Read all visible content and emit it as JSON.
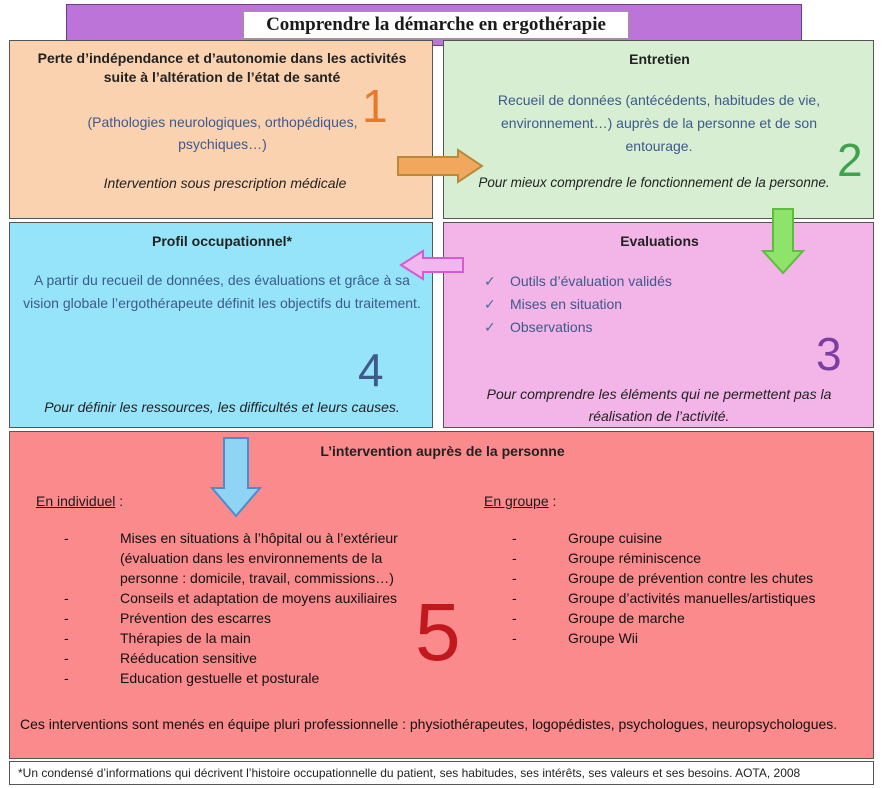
{
  "title": "Comprendre la démarche en ergothérapie",
  "box1": {
    "heading": "Perte d’indépendance et d’autonomie dans les activités suite à l’altération de l’état de santé",
    "description": "(Pathologies neurologiques, orthopédiques, psychiques…)",
    "note": "Intervention sous prescription médicale",
    "number": "1",
    "number_color": "#e8782a"
  },
  "box2": {
    "heading": "Entretien",
    "description": "Recueil de données (antécédents, habitudes de vie, environnement…) auprès de la personne et de son entourage.",
    "note": "Pour mieux comprendre le fonctionnement de la personne.",
    "number": "2",
    "number_color": "#3fa34d"
  },
  "box3": {
    "heading": "Evaluations",
    "items": [
      "Outils d’évaluation validés",
      "Mises en situation",
      "Observations"
    ],
    "note": "Pour comprendre les éléments qui ne permettent pas la réalisation de l’activité.",
    "number": "3",
    "number_color": "#7b3fa0"
  },
  "box4": {
    "heading": "Profil occupationnel*",
    "description": "A partir du recueil de données, des évaluations et grâce à sa vision globale l’ergothérapeute définit les objectifs du traitement.",
    "note": "Pour définir les ressources, les difficultés et leurs causes.",
    "number": "4",
    "number_color": "#3d5a8a"
  },
  "box5": {
    "heading": "L’intervention auprès de la personne",
    "individual_label": "En individuel",
    "individual_items": [
      "Mises en situations à l’hôpital ou à l’extérieur (évaluation dans les environnements de la personne : domicile, travail, commissions…)",
      "Conseils et adaptation de moyens auxiliaires",
      "Prévention des escarres",
      "Thérapies de la main",
      "Rééducation sensitive",
      "Education gestuelle et posturale"
    ],
    "group_label": "En groupe",
    "group_items": [
      "Groupe cuisine",
      "Groupe réminiscence",
      "Groupe de prévention contre les chutes",
      "Groupe d’activités manuelles/artistiques",
      "Groupe de marche",
      "Groupe Wii"
    ],
    "footer": "Ces interventions sont menés en équipe pluri professionnelle : physiothérapeutes, logopédistes, psychologues, neuropsychologues.",
    "number": "5",
    "number_color": "#c0181c"
  },
  "footnote": "*Un condensé d’informations qui décrivent l’histoire occupationnelle du patient, ses habitudes, ses intérêts, ses valeurs et ses besoins. AOTA, 2008",
  "colors": {
    "title_bar": "#bd74d9",
    "box1": "#fbd2b0",
    "box2": "#d7eed3",
    "box3": "#f3b4e8",
    "box4": "#96e4fa",
    "box5": "#fa8a8c"
  }
}
